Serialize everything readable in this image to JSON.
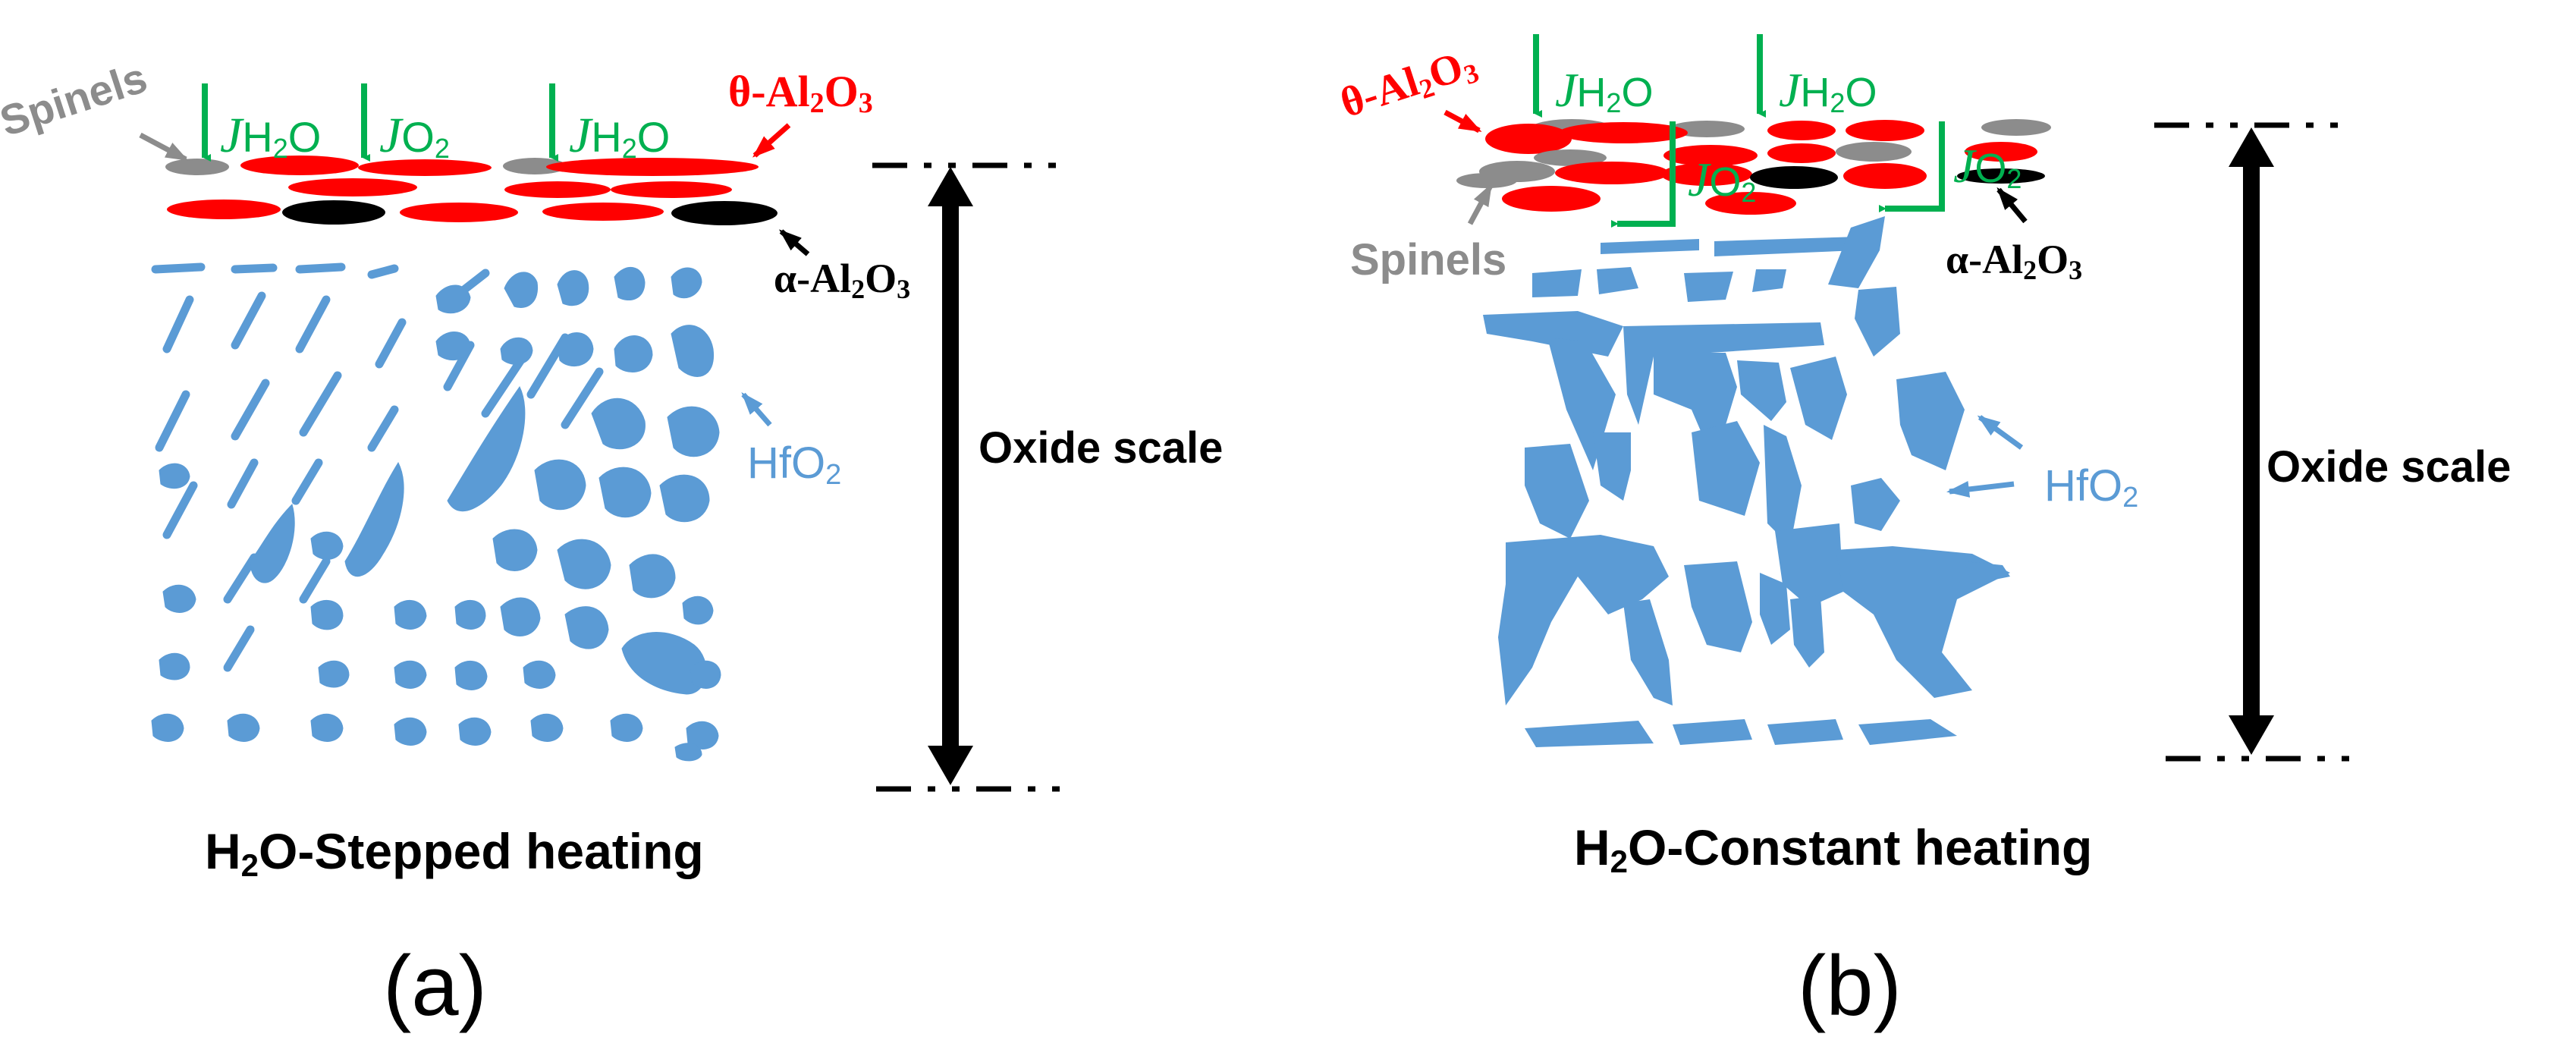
{
  "colors": {
    "theta_alumina": "#ff0000",
    "alpha_alumina": "#000000",
    "spinel": "#8c8c8c",
    "hafnia": "#5b9bd5",
    "flux_arrow": "#00b050",
    "scale_arrow": "#000000",
    "background": "#ffffff"
  },
  "legend_text": {
    "spinels": "Spinels",
    "theta": "θ-Al",
    "alpha": "α-Al",
    "al_sub": "2",
    "o_part": "O",
    "o_sub": "3",
    "hfo2_main": "HfO",
    "hfo2_sub": "2",
    "flux_j": "J",
    "h2o_h": "H",
    "h2o_sub": "2",
    "h2o_o": "O",
    "o2_o": "O",
    "o2_sub": "2",
    "oxide_scale": "Oxide scale"
  },
  "panel_a": {
    "caption_h": "H",
    "caption_sub": "2",
    "caption_rest": "O-Stepped heating",
    "label": "(a)"
  },
  "panel_b": {
    "caption_h": "H",
    "caption_sub": "2",
    "caption_rest": "O-Constant heating",
    "label": "(b)"
  }
}
